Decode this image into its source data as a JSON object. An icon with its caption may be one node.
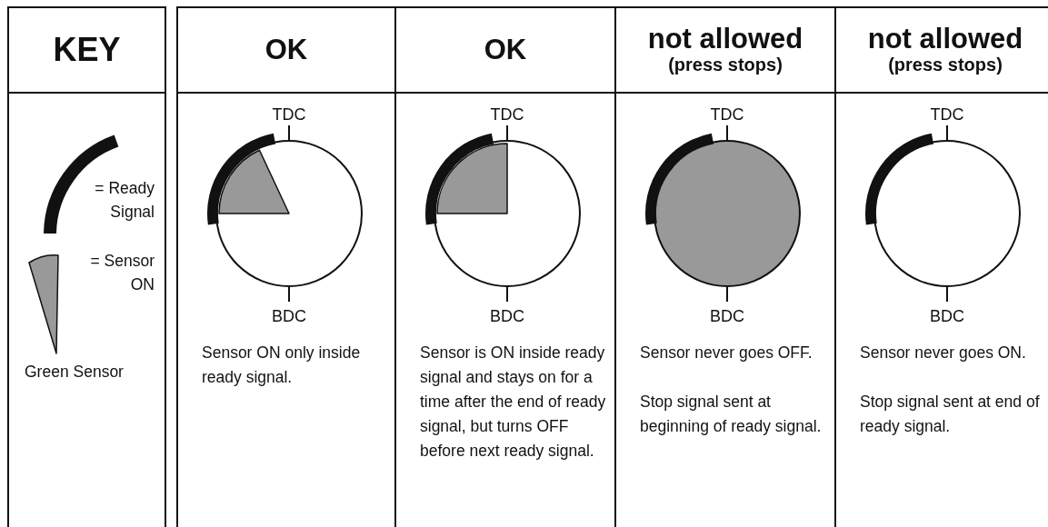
{
  "diagram": {
    "nodes": [
      {
        "text": [
          "KEY"
        ]
      },
      {
        "text": [
          "OK",
          "Sensor ON only inside ready signal."
        ]
      },
      {
        "text": [
          "OK",
          "Sensor is ON inside ready signal and stays on for a time after the end of ready signal, but turns OFF before next ready signal."
        ]
      },
      {
        "text": [
          "not allowed",
          "(press stops)",
          "Sensor never goes OFF.",
          "Stop signal sent at beginning of ready signal."
        ]
      },
      {
        "text": [
          "not allowed",
          "(press stops)",
          "Sensor never goes ON.",
          "Stop signal sent at end of ready signal."
        ]
      }
    ],
    "labels": [
      "TDC",
      "TDC",
      "TDC",
      "TDC",
      "Green Sensor",
      "BDC",
      "BDC",
      "BDC",
      "BDC"
    ],
    "legend": [
      {
        "text": "= Ready Signal"
      },
      {
        "text": "= Sensor ON"
      }
    ]
  }
}
